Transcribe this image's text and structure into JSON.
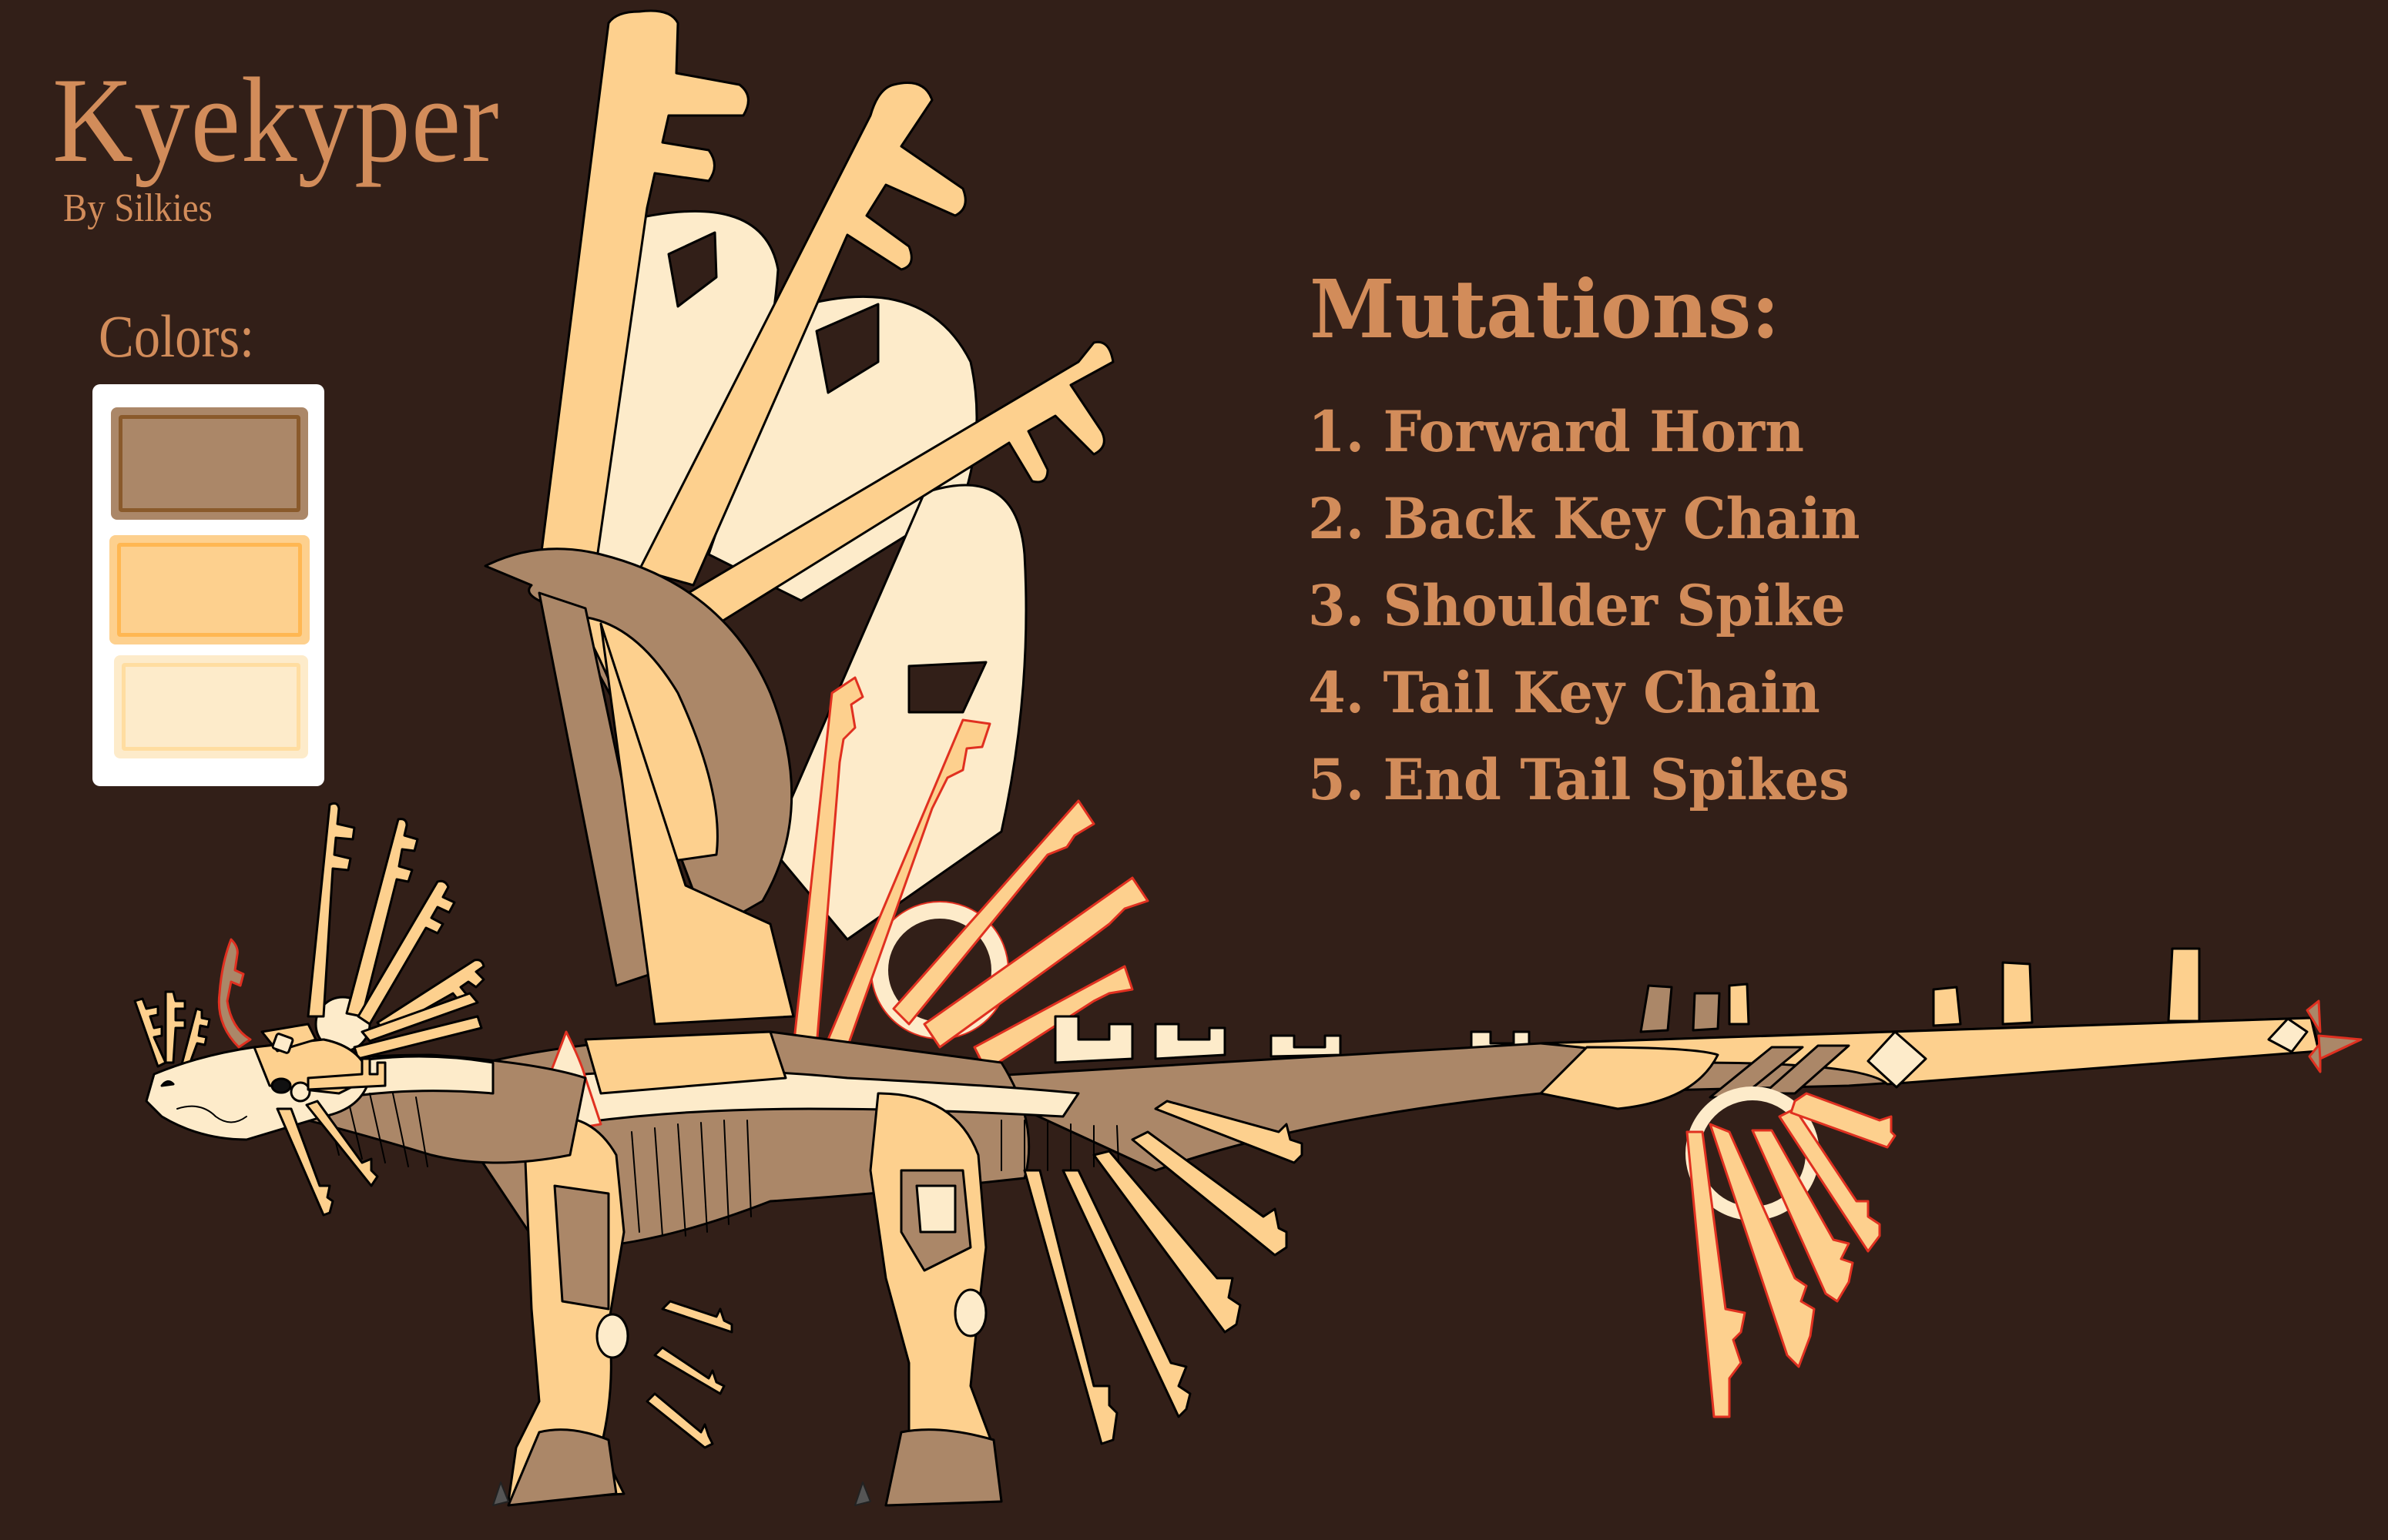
{
  "sheet": {
    "title": "Kyekyper",
    "subtitle": "By Silkies",
    "background_color": "#321f18",
    "text_color": "#d28c5a"
  },
  "palette": {
    "label": "Colors:",
    "swatches": [
      {
        "name": "brown",
        "fill": "#ab8768",
        "border": "#8a5a2b"
      },
      {
        "name": "orange",
        "fill": "#fdd08e",
        "border": "#ffb752"
      },
      {
        "name": "cream",
        "fill": "#fdebca",
        "border": "#ffdda0"
      }
    ]
  },
  "mutations": {
    "heading": "Mutations:",
    "items": [
      {
        "label": "1. Forward Horn"
      },
      {
        "label": "2. Back Key Chain"
      },
      {
        "label": "3. Shoulder Spike"
      },
      {
        "label": "4. Tail Key Chain"
      },
      {
        "label": "5. End Tail Spikes"
      }
    ]
  },
  "artwork": {
    "subject": "Kyekyper dragon reference illustration",
    "features": [
      "key-shaped wings",
      "key fan crest on head",
      "forward horn",
      "back key chain",
      "shoulder spike",
      "tail key chain",
      "end tail spikes",
      "striped body",
      "tail with key-tooth spines"
    ]
  }
}
